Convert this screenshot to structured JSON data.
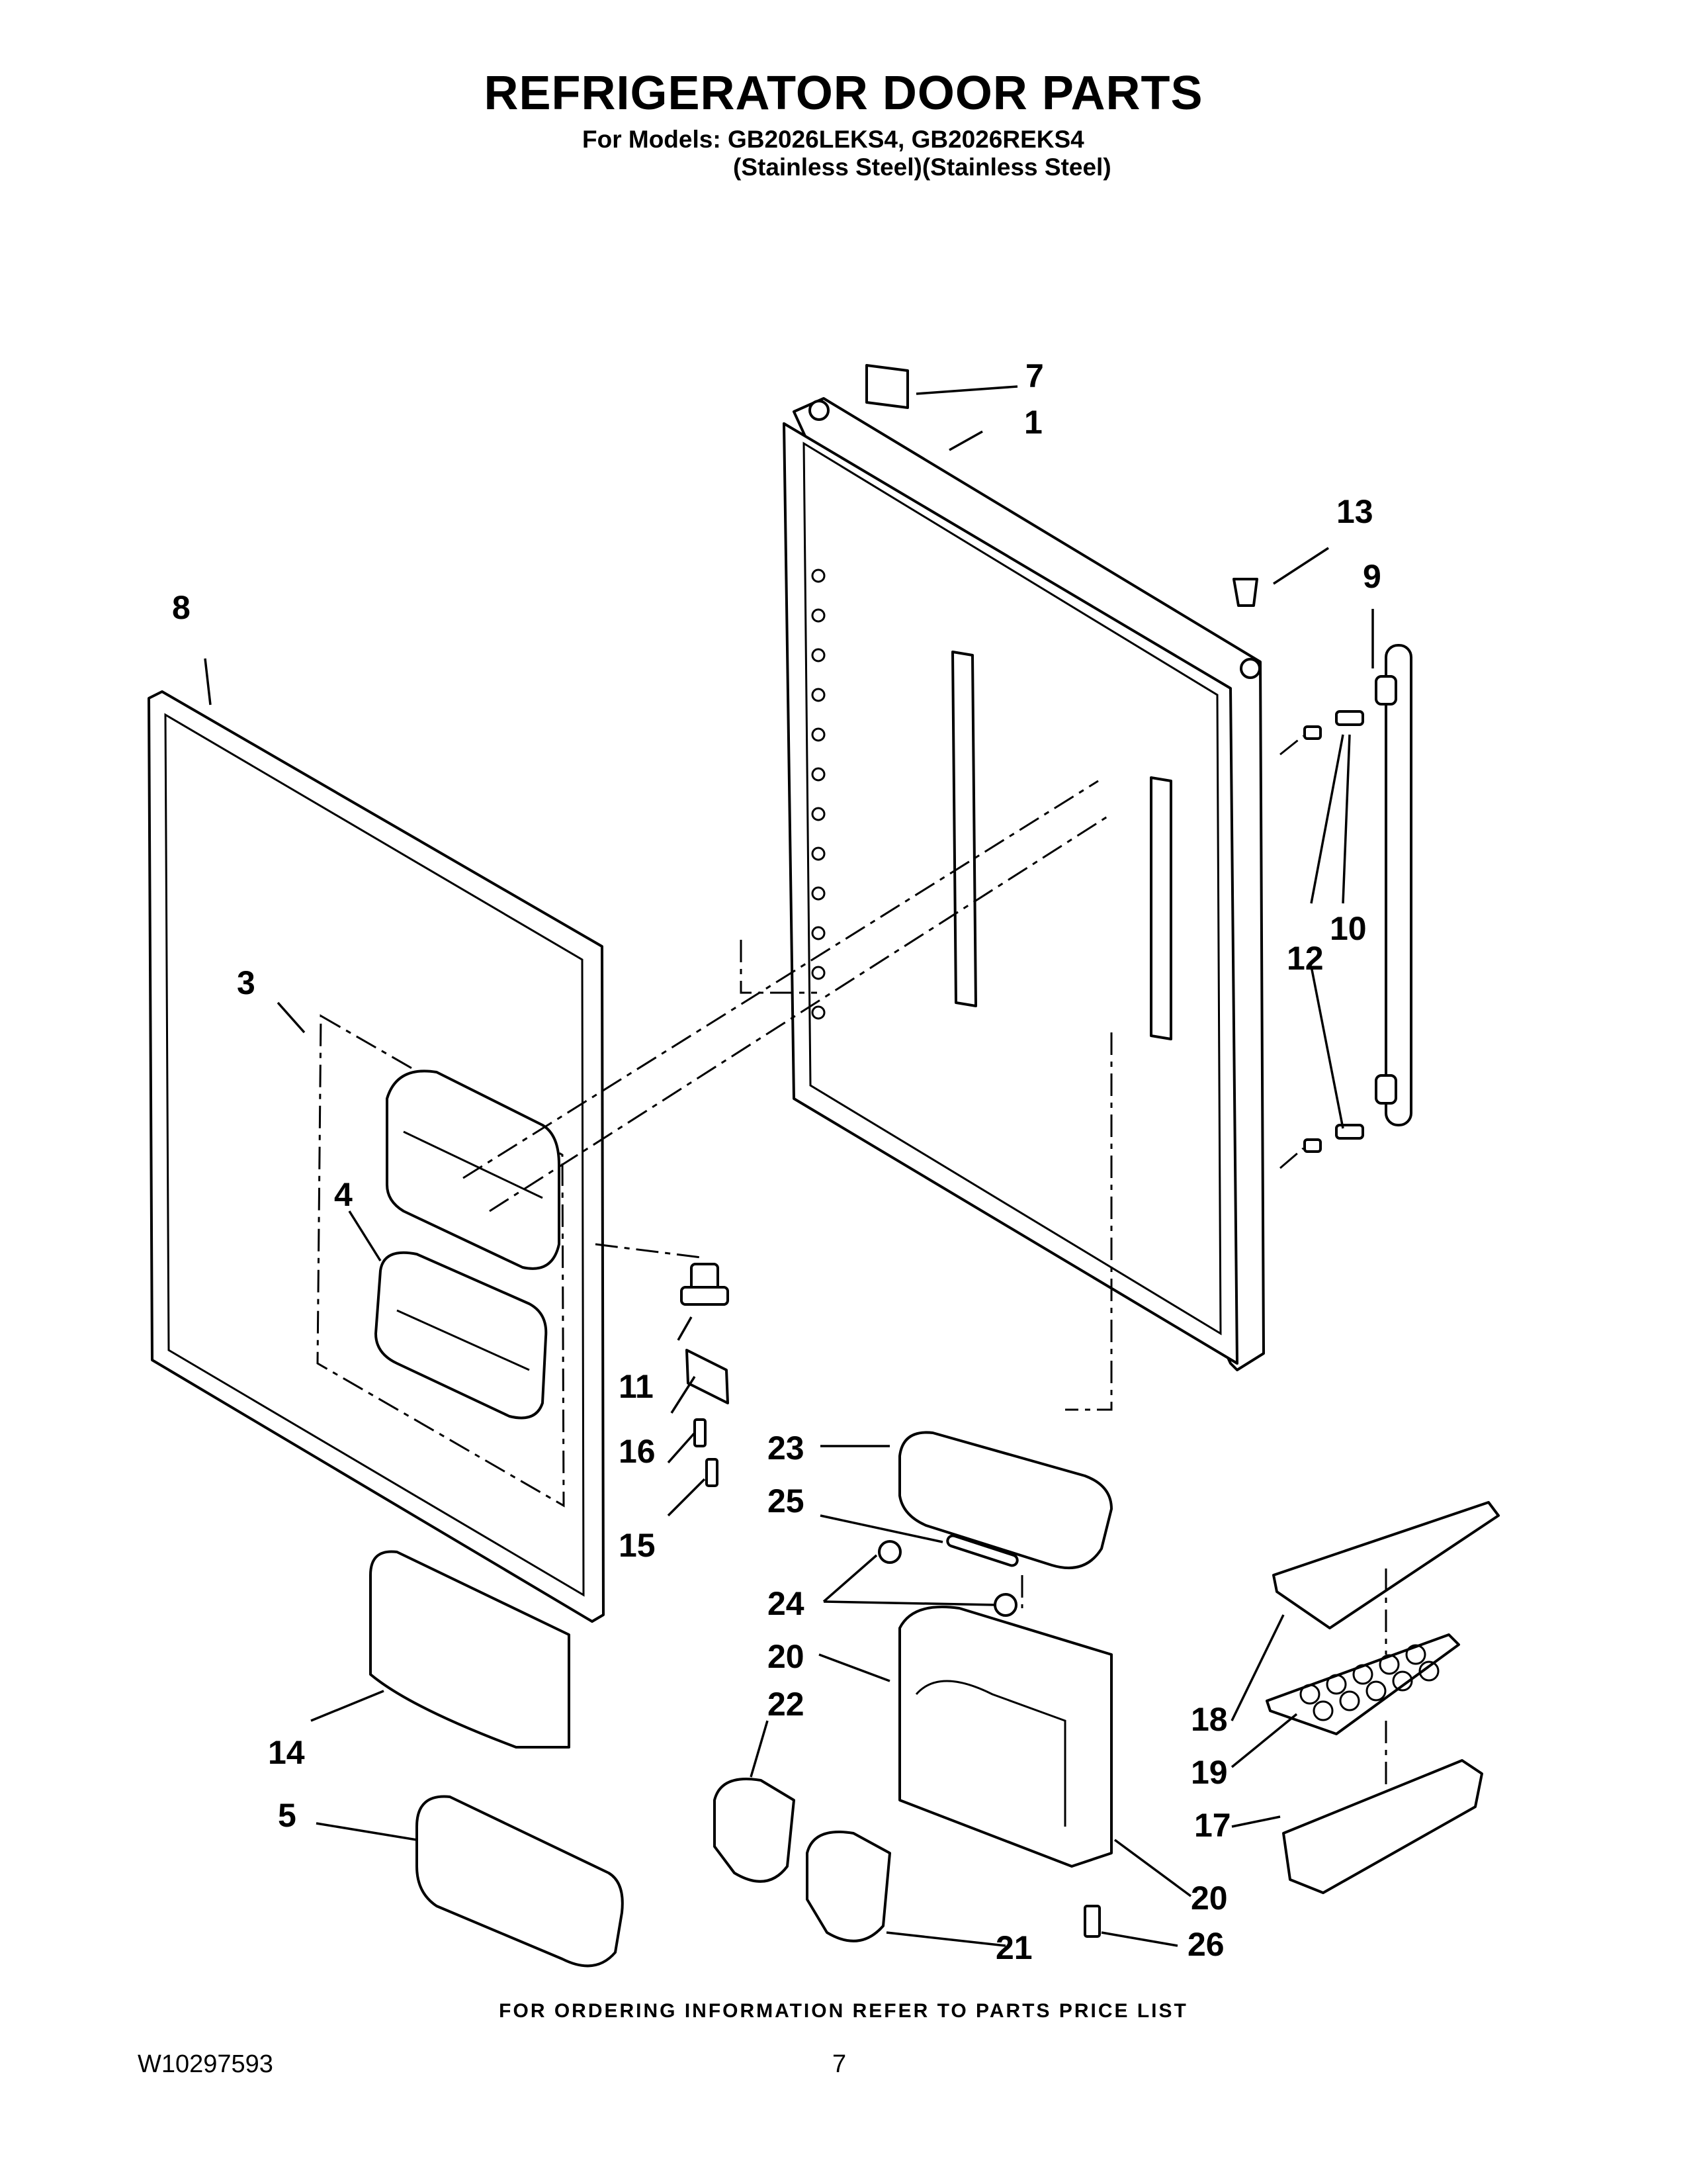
{
  "header": {
    "title": "REFRIGERATOR DOOR PARTS",
    "models_line": "For Models: GB2026LEKS4, GB2026REKS4",
    "variant_line": "(Stainless Steel)(Stainless Steel)"
  },
  "diagram": {
    "callouts": {
      "p1": "1",
      "p3": "3",
      "p4": "4",
      "p5": "5",
      "p7": "7",
      "p8": "8",
      "p9": "9",
      "p10": "10",
      "p11": "11",
      "p12": "12",
      "p13": "13",
      "p14": "14",
      "p15": "15",
      "p16": "16",
      "p17": "17",
      "p18": "18",
      "p19": "19",
      "p20a": "20",
      "p20b": "20",
      "p21": "21",
      "p22": "22",
      "p23": "23",
      "p24": "24",
      "p25": "25",
      "p26": "26"
    }
  },
  "footer": {
    "ordering_note": "FOR ORDERING INFORMATION REFER TO PARTS PRICE LIST",
    "doc_number": "W10297593",
    "page_number": "7"
  }
}
